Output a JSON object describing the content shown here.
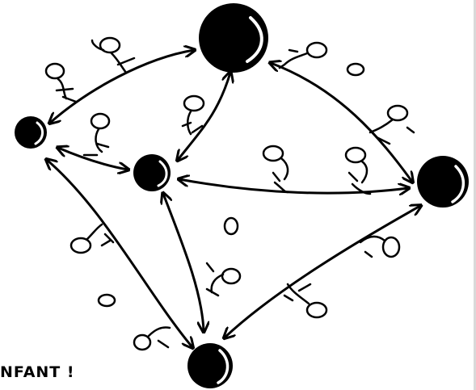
{
  "caption": "NFANT !",
  "colors": {
    "ink": "#000000",
    "paper": "#ffffff",
    "highlight": "#ffffff"
  },
  "illustration": {
    "nodes": [
      "ball-top",
      "ball-left",
      "ball-center-left",
      "ball-right",
      "ball-bottom"
    ],
    "connections": [
      [
        "ball-top",
        "ball-left"
      ],
      [
        "ball-top",
        "ball-center-left"
      ],
      [
        "ball-top",
        "ball-right"
      ],
      [
        "ball-left",
        "ball-center-left"
      ],
      [
        "ball-left",
        "ball-bottom"
      ],
      [
        "ball-center-left",
        "ball-right"
      ],
      [
        "ball-center-left",
        "ball-bottom"
      ],
      [
        "ball-right",
        "ball-bottom"
      ]
    ]
  }
}
